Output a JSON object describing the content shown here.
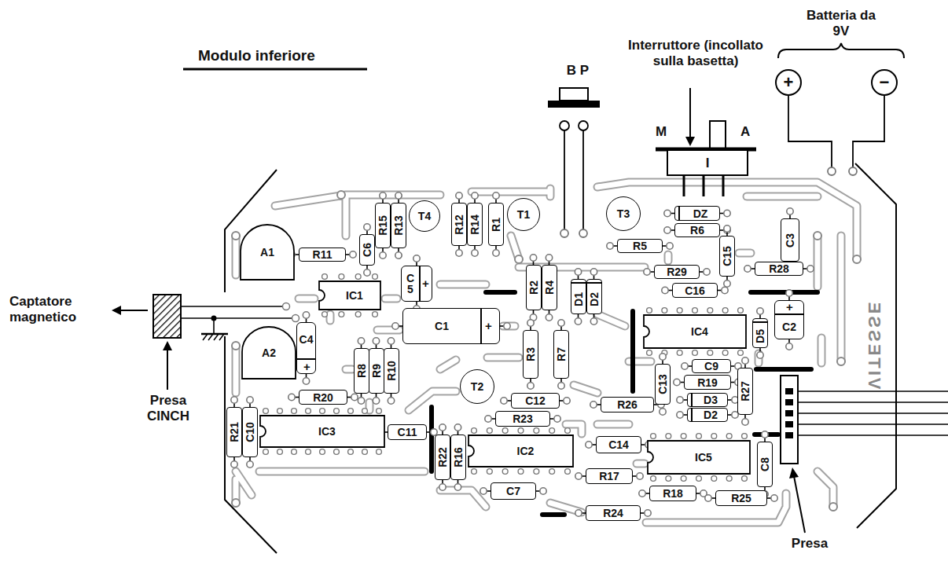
{
  "diagram": {
    "title": "Modulo inferiore",
    "nodes": [
      {
        "text": [
          "+"
        ]
      },
      {
        "text": [
          "−"
        ]
      },
      {
        "text": [
          "I"
        ]
      },
      {
        "text": [
          "A1"
        ]
      },
      {
        "text": [
          "R11"
        ]
      },
      {
        "text": [
          "C6"
        ]
      },
      {
        "text": [
          "R15"
        ]
      },
      {
        "text": [
          "R13"
        ]
      },
      {
        "text": [
          "T4"
        ]
      },
      {
        "text": [
          "R12"
        ]
      },
      {
        "text": [
          "R14"
        ]
      },
      {
        "text": [
          "R1"
        ]
      },
      {
        "text": [
          "T1"
        ]
      },
      {
        "text": [
          "T3"
        ]
      },
      {
        "text": [
          "DZ"
        ]
      },
      {
        "text": [
          "R6"
        ]
      },
      {
        "text": [
          "R5"
        ]
      },
      {
        "text": [
          "C15"
        ]
      },
      {
        "text": [
          "C3"
        ]
      },
      {
        "text": [
          "R29"
        ]
      },
      {
        "text": [
          "R28"
        ]
      },
      {
        "text": [
          "IC1"
        ]
      },
      {
        "text": [
          "C 5",
          "+"
        ]
      },
      {
        "text": [
          "R2"
        ]
      },
      {
        "text": [
          "R4"
        ]
      },
      {
        "text": [
          "D1"
        ]
      },
      {
        "text": [
          "D2"
        ]
      },
      {
        "text": [
          "C16"
        ]
      },
      {
        "text": [
          "C1",
          "+"
        ]
      },
      {
        "text": [
          "IC4"
        ]
      },
      {
        "text": [
          "D5"
        ]
      },
      {
        "text": [
          "C2",
          "+"
        ]
      },
      {
        "text": [
          "A2"
        ]
      },
      {
        "text": [
          "C4",
          "+"
        ]
      },
      {
        "text": [
          "R8"
        ]
      },
      {
        "text": [
          "R9"
        ]
      },
      {
        "text": [
          "R10"
        ]
      },
      {
        "text": [
          "R3"
        ]
      },
      {
        "text": [
          "R7"
        ]
      },
      {
        "text": [
          "C9"
        ]
      },
      {
        "text": [
          "R19"
        ]
      },
      {
        "text": [
          "C13"
        ]
      },
      {
        "text": [
          "R27"
        ]
      },
      {
        "text": [
          "T2"
        ]
      },
      {
        "text": [
          "R20"
        ]
      },
      {
        "text": [
          "C12"
        ]
      },
      {
        "text": [
          "R26"
        ]
      },
      {
        "text": [
          "D3"
        ]
      },
      {
        "text": [
          "D2"
        ]
      },
      {
        "text": [
          "R21"
        ]
      },
      {
        "text": [
          "C10"
        ]
      },
      {
        "text": [
          "IC3"
        ]
      },
      {
        "text": [
          "R23"
        ]
      },
      {
        "text": [
          "C11"
        ]
      },
      {
        "text": [
          "R22"
        ]
      },
      {
        "text": [
          "R16"
        ]
      },
      {
        "text": [
          "IC2"
        ]
      },
      {
        "text": [
          "C14"
        ]
      },
      {
        "text": [
          "IC5"
        ]
      },
      {
        "text": [
          "C8"
        ]
      },
      {
        "text": [
          "R17"
        ]
      },
      {
        "text": [
          "C7"
        ]
      },
      {
        "text": [
          "R18"
        ]
      },
      {
        "text": [
          "R25"
        ]
      },
      {
        "text": [
          "R24"
        ]
      }
    ],
    "labels": [
      "B P",
      "Interruttore (incollato sulla basetta)",
      "M",
      "A",
      "Batteria da 9V",
      "Captatore magnetico",
      "Presa CINCH",
      "VITESSE",
      "Presa"
    ]
  }
}
